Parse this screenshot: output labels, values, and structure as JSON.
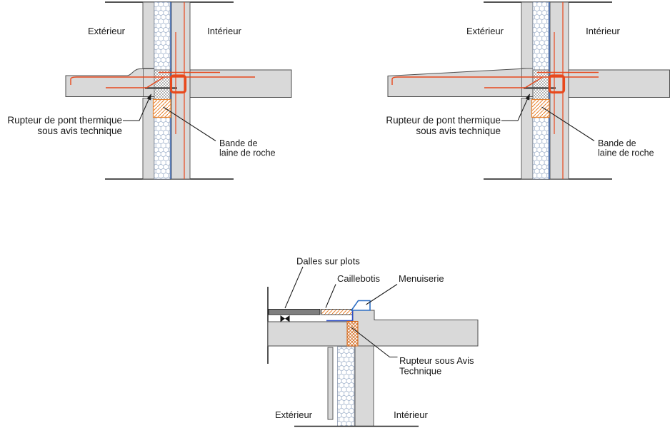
{
  "colors": {
    "concrete_fill": "#d9d9d9",
    "outline": "#4d4d4d",
    "rebar_orange": "#e8491d",
    "mineral_wool_hatch": "#e8822d",
    "thermal_break_hatch": "#d2691e",
    "insulation_hatch_blue": "#93a7c4",
    "wall_membrane_blue": "#4a72b8",
    "waterproofing_blue": "#3050c8",
    "joinery_blue": "#2f6fc4",
    "paver_gray": "#7f7f7f",
    "text": "#1a1a1a"
  },
  "top_left_detail": {
    "exterior_label": "Extérieur",
    "interior_label": "Intérieur",
    "thermal_break_label_line1": "Rupteur de pont thermique",
    "thermal_break_label_line2": "sous avis technique",
    "rockwool_label_line1": "Bande de",
    "rockwool_label_line2": "laine de roche"
  },
  "top_right_detail": {
    "exterior_label": "Extérieur",
    "interior_label": "Intérieur",
    "thermal_break_label_line1": "Rupteur de pont thermique",
    "thermal_break_label_line2": "sous avis technique",
    "rockwool_label_line1": "Bande de",
    "rockwool_label_line2": "laine de roche"
  },
  "bottom_detail": {
    "pavers_label": "Dalles sur plots",
    "grating_label": "Caillebotis",
    "joinery_label": "Menuiserie",
    "thermal_break_label_line1": "Rupteur sous Avis",
    "thermal_break_label_line2": "Technique",
    "exterior_label": "Extérieur",
    "interior_label": "Intérieur"
  }
}
